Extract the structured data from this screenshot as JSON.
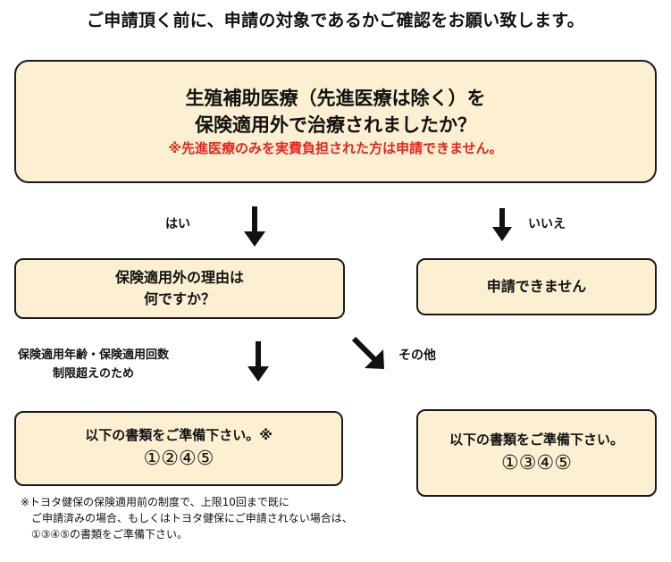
{
  "header": {
    "text": "ご申請頂く前に、申請の対象であるかご確認をお願い致します。"
  },
  "q1": {
    "line1": "生殖補助医療（先進医療は除く）を",
    "line2": "保険適用外で治療されましたか？",
    "note": "※先進医療のみを実費負担された方は申請できません。",
    "note_color": "#e8251c"
  },
  "branch1": {
    "yes_label": "はい",
    "no_label": "いいえ"
  },
  "q2": {
    "line1": "保険適用外の理由は",
    "line2": "何ですか？"
  },
  "no_result": {
    "text": "申請できません"
  },
  "branch2": {
    "left_line1": "保険適用年齢・保険適用回数",
    "left_line2": "制限超えのため",
    "right_label": "その他"
  },
  "result_left": {
    "line1": "以下の書類をご準備下さい。※",
    "line2": "①②④⑤"
  },
  "result_right": {
    "line1": "以下の書類をご準備下さい。",
    "line2": "①③④⑤"
  },
  "footnote": {
    "line1": "※トヨタ健保の保険適用前の制度で、上限10回まで既に",
    "line2": "ご申請済みの場合、もしくはトヨタ健保にご申請されない場合は、",
    "line3": "①③④⑤の書類をご準備下さい。"
  },
  "colors": {
    "box_fill": "#fdf0d2",
    "box_border": "#1a1a1a",
    "arrow": "#111111"
  },
  "icons": {
    "arrow": "down-arrow-icon",
    "diagonal_arrow": "diagonal-arrow-icon"
  }
}
